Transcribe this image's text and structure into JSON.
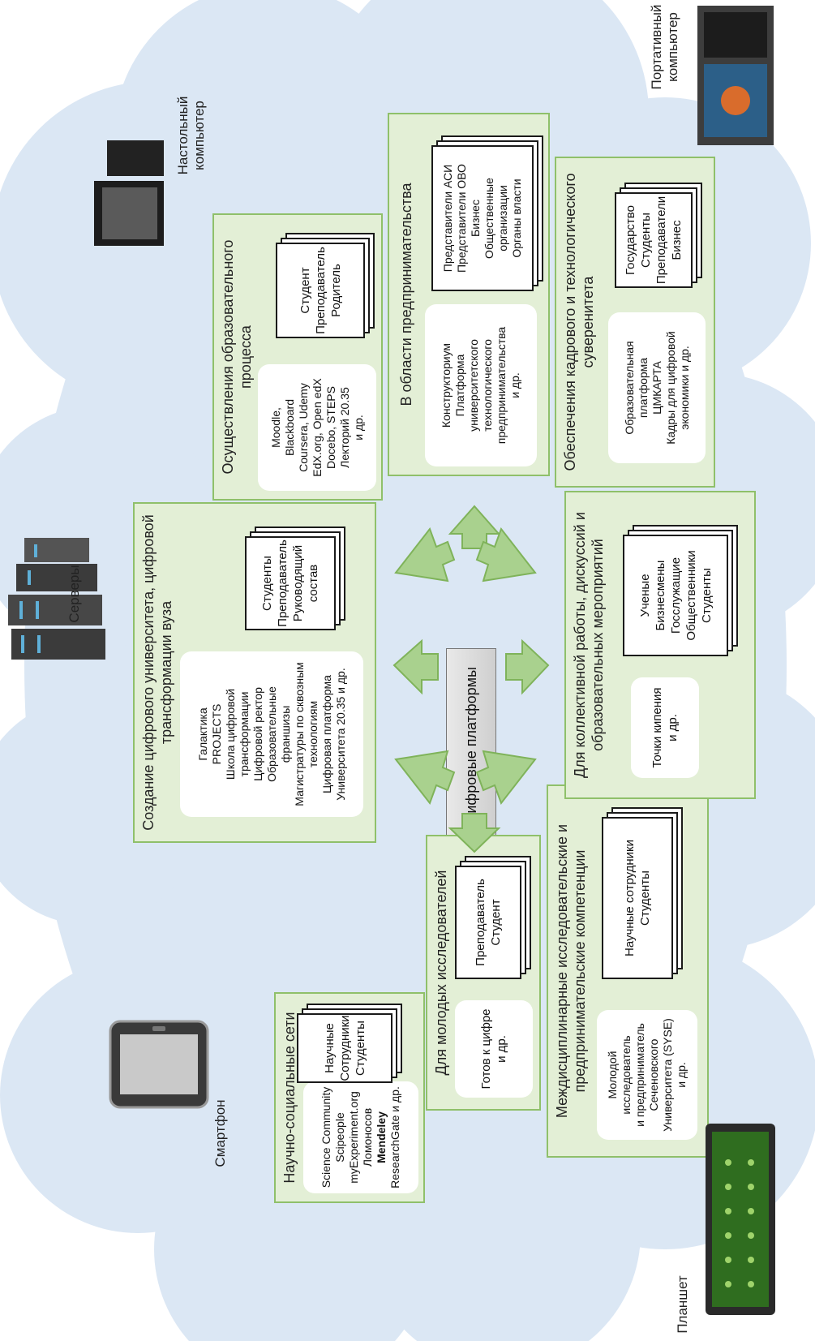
{
  "center": {
    "label": "Цифровые платформы"
  },
  "devices": {
    "servers": "Серверы",
    "desktop": [
      "Настольный",
      "компьютер"
    ],
    "laptop": [
      "Портативный",
      "компьютер"
    ],
    "smartphone": "Смартфон",
    "tablet": "Планшет"
  },
  "panels": {
    "sci_social": {
      "title": "Научно-социальные сети",
      "platforms": [
        "Science Community",
        "Scipeople",
        "myExperiment.org",
        "Ломоносов",
        "Mendeley",
        "ResearchGate и др."
      ],
      "users": [
        "Научные",
        "Сотрудники",
        "Студенты"
      ]
    },
    "young": {
      "title": "Для молодых исследователей",
      "platforms": [
        "Готов к цифре",
        "и др."
      ],
      "users": [
        "Преподаватель",
        "Студент"
      ]
    },
    "interdisc": {
      "title": [
        "Междисциплинарные исследовательские",
        "и предпринимательские компетенции"
      ],
      "platforms": [
        "Молодой",
        "исследователь",
        "и предприниматель",
        "Сеченовского",
        "Университета (SYSE)",
        "и др."
      ],
      "users": [
        "Научные сотрудники",
        "Студенты"
      ]
    },
    "digital_univ": {
      "title": [
        "Создание цифрового университета,",
        "цифровой трансформации вуза"
      ],
      "platforms": [
        "Галактика",
        "PROJECTS",
        "Школа цифровой",
        "трансформации",
        "Цифровой ректор",
        "Образовательные",
        "франшизы",
        "Магистратуры по сквозным",
        "технологиям",
        "Цифровая платформа",
        "Университета 20.35 и др."
      ],
      "users": [
        "Студенты",
        "Преподаватель",
        "Руководящий",
        "состав"
      ]
    },
    "collective": {
      "title": [
        "Для коллективной работы, дискуссий",
        "и образовательных мероприятий"
      ],
      "platforms": [
        "Точки кипения",
        "и др."
      ],
      "users": [
        "Ученые",
        "Бизнесмены",
        "Госслужащие",
        "Общественники",
        "Студенты"
      ]
    },
    "edu_process": {
      "title": [
        "Осуществления образовательного",
        "процесса"
      ],
      "platforms": [
        "Moodle,",
        "Blackboard",
        "Coursera, Udemy",
        "EdX.org, Open edX",
        "Docebo, STEPS",
        "Лекторий 20.35",
        "и др."
      ],
      "users": [
        "Студент",
        "Преподаватель",
        "Родитель"
      ]
    },
    "entrepreneur": {
      "title": "В области предпринимательства",
      "platforms": [
        "Конструкториум",
        "Платформа",
        "университетского",
        "технологического",
        "предпринимательства",
        "и др."
      ],
      "users": [
        "Представители АСИ",
        "Представители ОВО",
        "Бизнес",
        "Общественные",
        "организации",
        "Органы власти"
      ]
    },
    "sovereignty": {
      "title": [
        "Обеспечения кадрового",
        "и технологического суверенитета"
      ],
      "platforms": [
        "Образовательная",
        "платформа",
        "ЦМКАРТА",
        "Кадры для цифровой",
        "экономики и др."
      ],
      "users": [
        "Государство",
        "Студенты",
        "Преподаватели",
        "Бизнес"
      ]
    }
  },
  "colors": {
    "panel_fill": "#e3efd6",
    "panel_border": "#8fc06a",
    "arrow": "#a9d18e",
    "cloud": "#dbe7f4"
  }
}
